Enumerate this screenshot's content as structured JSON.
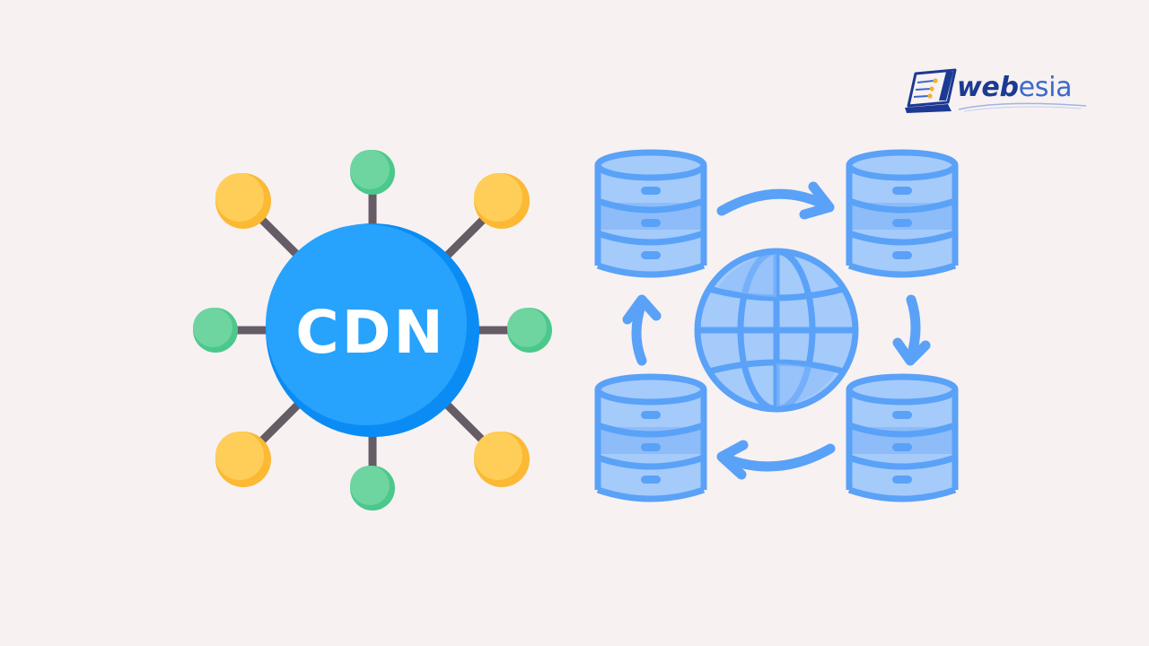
{
  "brand": {
    "name_part1": "web",
    "name_part2": "esia"
  },
  "hub": {
    "label": "CDN"
  },
  "colors": {
    "background": "#f7f1f1",
    "hub_fill": "#27a2fd",
    "hub_shade": "#0b8cf4",
    "connector": "#655c66",
    "node_yellow": "#fece59",
    "node_yellow_shade": "#fbb934",
    "node_green": "#6ed4a0",
    "node_green_shade": "#4bc88c",
    "server_stroke": "#5aa1f8",
    "server_fill": "#a5cbfb",
    "server_band": "#8dbcf9"
  },
  "icons": [
    "cdn-network-icon",
    "database-server-icon",
    "globe-icon",
    "sync-arrow-icon"
  ]
}
